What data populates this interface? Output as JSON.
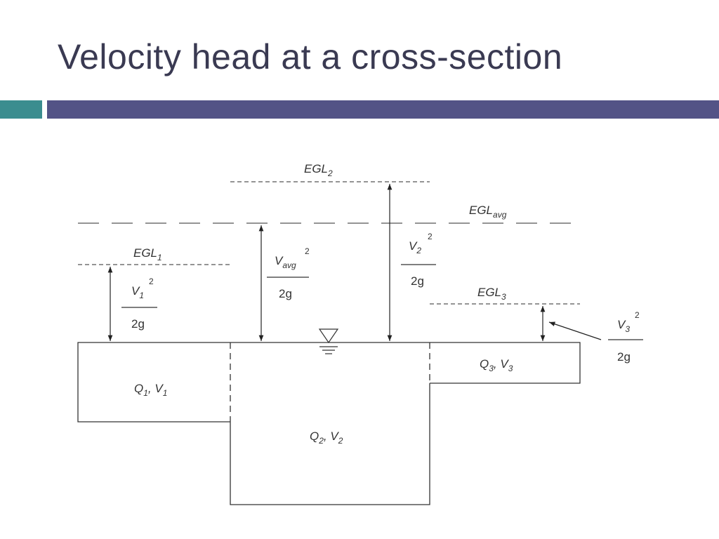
{
  "slide": {
    "title": "Velocity head at a cross-section",
    "accent_teal": "#3b8d8f",
    "accent_indigo": "#535386"
  },
  "diagram": {
    "egl1": {
      "base": "EGL",
      "sub": "1"
    },
    "egl2": {
      "base": "EGL",
      "sub": "2"
    },
    "egl3": {
      "base": "EGL",
      "sub": "3"
    },
    "eglavg": {
      "base": "EGL",
      "sub": "avg"
    },
    "head1": {
      "var": "V",
      "sub": "1",
      "sup": "2",
      "den": "2g"
    },
    "head2": {
      "var": "V",
      "sub": "2",
      "sup": "2",
      "den": "2g"
    },
    "head3": {
      "var": "V",
      "sub": "3",
      "sup": "2",
      "den": "2g"
    },
    "headavg": {
      "var": "V",
      "sub": "avg",
      "sup": "2",
      "den": "2g"
    },
    "flow1": {
      "q": "Q",
      "qsub": "1",
      "sep": ", ",
      "v": "V",
      "vsub": "1"
    },
    "flow2": {
      "q": "Q",
      "qsub": "2",
      "sep": ", ",
      "v": "V",
      "vsub": "2"
    },
    "flow3": {
      "q": "Q",
      "qsub": "3",
      "sep": ", ",
      "v": "V",
      "vsub": "3"
    },
    "water_surface_symbol": "water-surface-triangle-icon"
  }
}
